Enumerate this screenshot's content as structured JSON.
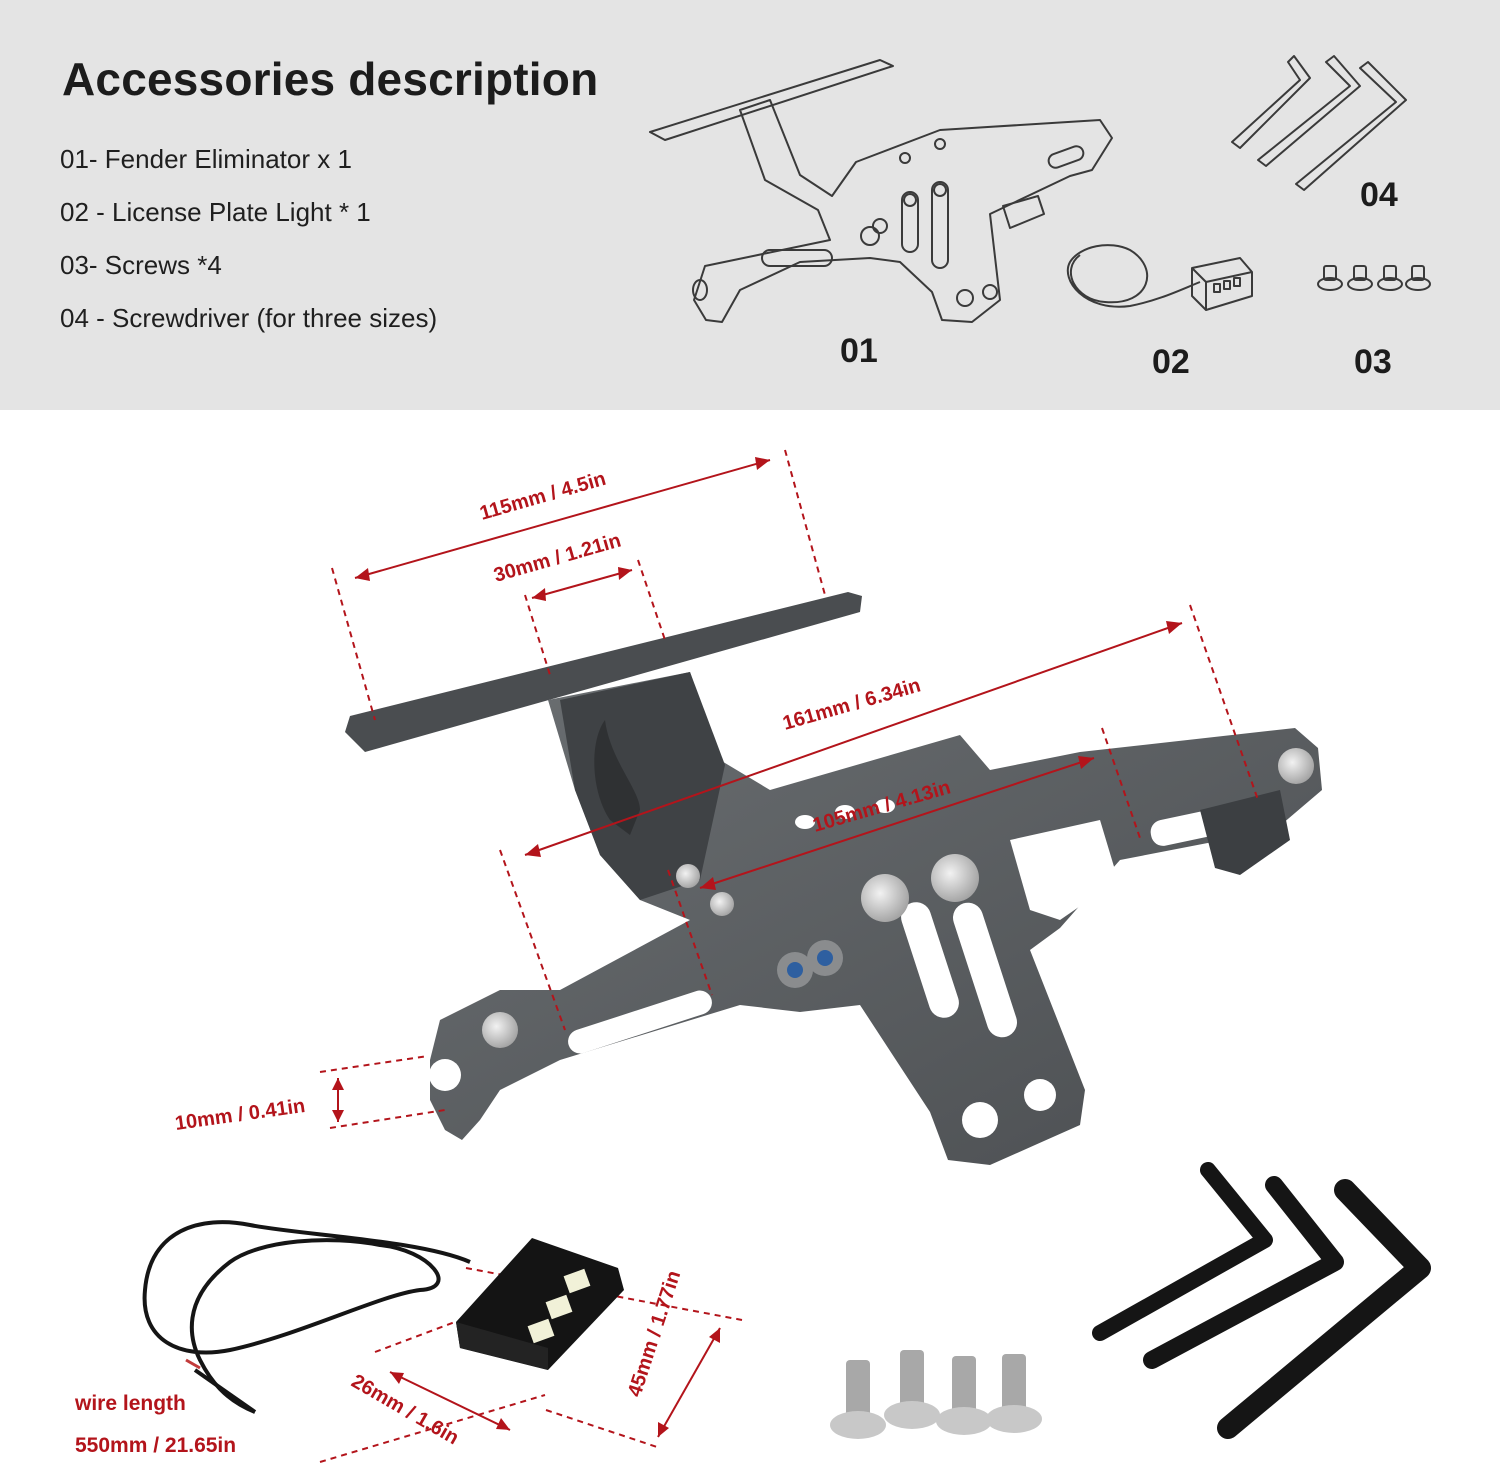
{
  "header": {
    "title": "Accessories description",
    "items": [
      "01- Fender Eliminator x 1",
      "02 - License Plate Light * 1",
      "03- Screws *4",
      "04 - Screwdriver (for three sizes)"
    ],
    "part_numbers": {
      "p01": "01",
      "p02": "02",
      "p03": "03",
      "p04": "04"
    }
  },
  "dimensions": {
    "width_top": "115mm / 4.5in",
    "plate_gap": "30mm / 1.21in",
    "length_main": "161mm / 6.34in",
    "hole_span": "105mm / 4.13in",
    "tab_thickness": "10mm / 0.41in",
    "light_height": "45mm / 1.77in",
    "light_depth": "26mm / 1.6in"
  },
  "wire": {
    "label": "wire length",
    "value": "550mm / 21.65in"
  },
  "colors": {
    "dimension_red": "#b3141b",
    "metal_gray": "#5d6164",
    "panel_bg": "#e4e4e4"
  }
}
